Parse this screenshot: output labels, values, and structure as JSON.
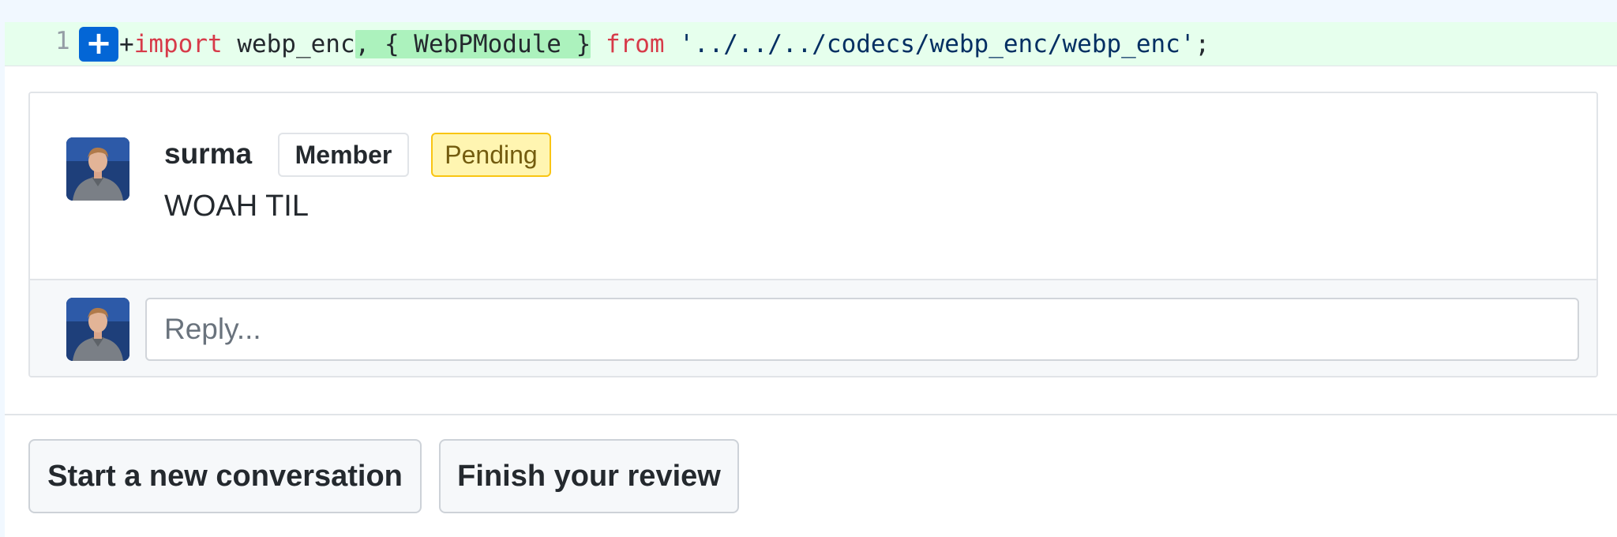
{
  "diff": {
    "line_number": "1",
    "add_icon": "plus-icon",
    "code": {
      "plus": "+",
      "import_kw": "import",
      "default_name": " webp_enc",
      "highlighted": ", { WebPModule }",
      "from_kw": "from",
      "path": "'../../../codecs/webp_enc/webp_enc'",
      "semicolon": ";"
    }
  },
  "comment": {
    "author": "surma",
    "role_badge": "Member",
    "status_badge": "Pending",
    "body": "WOAH TIL"
  },
  "reply": {
    "placeholder": "Reply..."
  },
  "actions": {
    "new_conversation": "Start a new conversation",
    "finish_review": "Finish your review"
  },
  "colors": {
    "added_line_bg": "#e6ffed",
    "added_highlight": "#acf2bd",
    "keyword": "#d73a49",
    "string": "#032f62",
    "accent": "#0366d6",
    "pending_bg": "#fff5b1"
  }
}
